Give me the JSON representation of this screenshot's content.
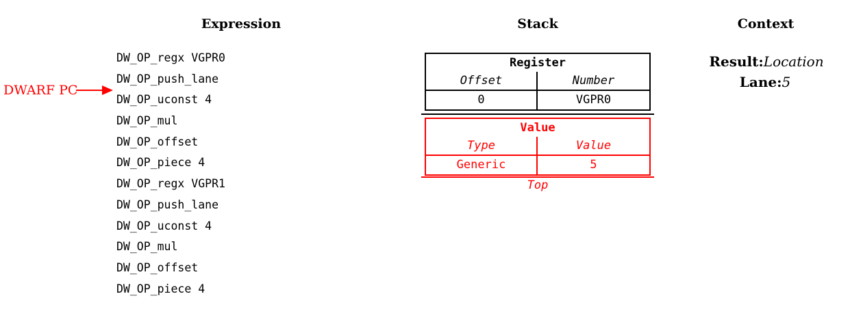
{
  "colors": {
    "red": "#ff0000",
    "black": "#000000",
    "background": "#ffffff"
  },
  "headings": {
    "expression": "Expression",
    "stack": "Stack",
    "context": "Context"
  },
  "pointer": {
    "label": "DWARF PC",
    "points_between": [
      "DW_OP_push_lane",
      "DW_OP_uconst 4"
    ]
  },
  "expression": {
    "items": [
      "DW_OP_regx VGPR0",
      "DW_OP_push_lane",
      "DW_OP_uconst 4",
      "DW_OP_mul",
      "DW_OP_offset",
      "DW_OP_piece 4",
      "DW_OP_regx VGPR1",
      "DW_OP_push_lane",
      "DW_OP_uconst 4",
      "DW_OP_mul",
      "DW_OP_offset",
      "DW_OP_piece 4"
    ]
  },
  "stack": {
    "entries": [
      {
        "title": "Register",
        "col1_header": "Offset",
        "col2_header": "Number",
        "col1_value": "0",
        "col2_value": "VGPR0",
        "color": "#000000"
      },
      {
        "title": "Value",
        "col1_header": "Type",
        "col2_header": "Value",
        "col1_value": "Generic",
        "col2_value": "5",
        "color": "#ff0000"
      }
    ],
    "top_label": "Top"
  },
  "context": {
    "result_label": "Result:",
    "result_value": "Location",
    "lane_label": "Lane:",
    "lane_value": "5"
  }
}
